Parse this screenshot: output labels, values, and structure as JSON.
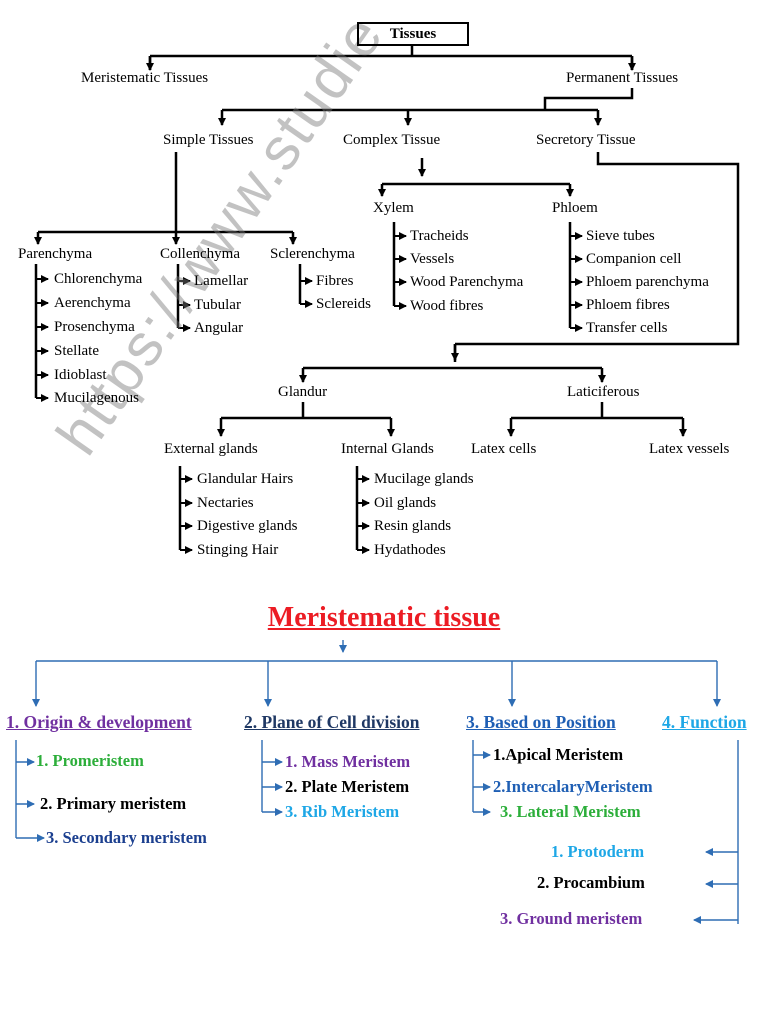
{
  "upper_tree": {
    "root": "Tissues",
    "meristematic": "Meristematic Tissues",
    "permanent": "Permanent Tissues",
    "simple": "Simple Tissues",
    "complex": "Complex Tissue",
    "secretory": "Secretory Tissue",
    "parenchyma": "Parenchyma",
    "parenchyma_items": [
      "Chlorenchyma",
      "Aerenchyma",
      "Prosenchyma",
      "Stellate",
      "Idioblast",
      "Mucilagenous"
    ],
    "collenchyma": "Collenchyma",
    "collenchyma_items": [
      "Lamellar",
      "Tubular",
      "Angular"
    ],
    "sclerenchyma": "Sclerenchyma",
    "sclerenchyma_items": [
      "Fibres",
      "Sclereids"
    ],
    "xylem": "Xylem",
    "xylem_items": [
      "Tracheids",
      "Vessels",
      "Wood Parenchyma",
      "Wood fibres"
    ],
    "phloem": "Phloem",
    "phloem_items": [
      "Sieve tubes",
      "Companion cell",
      "Phloem parenchyma",
      "Phloem fibres",
      "Transfer cells"
    ],
    "glandur": "Glandur",
    "laticiferous": "Laticiferous",
    "external": "External glands",
    "external_items": [
      "Glandular Hairs",
      "Nectaries",
      "Digestive glands",
      "Stinging Hair"
    ],
    "internal": "Internal Glands",
    "internal_items": [
      "Mucilage glands",
      "Oil glands",
      "Resin glands",
      "Hydathodes"
    ],
    "latex_cells": "Latex cells",
    "latex_vessels": "Latex vessels"
  },
  "watermark": "https://www.studie",
  "lower_tree": {
    "title": "Meristematic tissue",
    "categories": [
      "1. Origin & development",
      "2. Plane of Cell division",
      "3. Based on Position",
      "4.  Function"
    ],
    "origin_items": [
      "1. Promeristem",
      "2. Primary  meristem",
      "3. Secondary meristem"
    ],
    "plane_items": [
      "1. Mass Meristem",
      "2. Plate Meristem",
      "3. Rib Meristem"
    ],
    "position_items": [
      "1.Apical Meristem",
      "2.IntercalaryMeristem",
      "3. Lateral  Meristem"
    ],
    "function_items": [
      "1. Protoderm",
      "2. Procambium",
      "3. Ground meristem"
    ]
  },
  "colors": {
    "title_red": "#ec1c24",
    "purple": "#7030a0",
    "navy": "#1f3864",
    "blue": "#1f5fb4",
    "cyan": "#1ea7e6",
    "green": "#2cae3a",
    "connector_blue": "#2e6db4"
  }
}
